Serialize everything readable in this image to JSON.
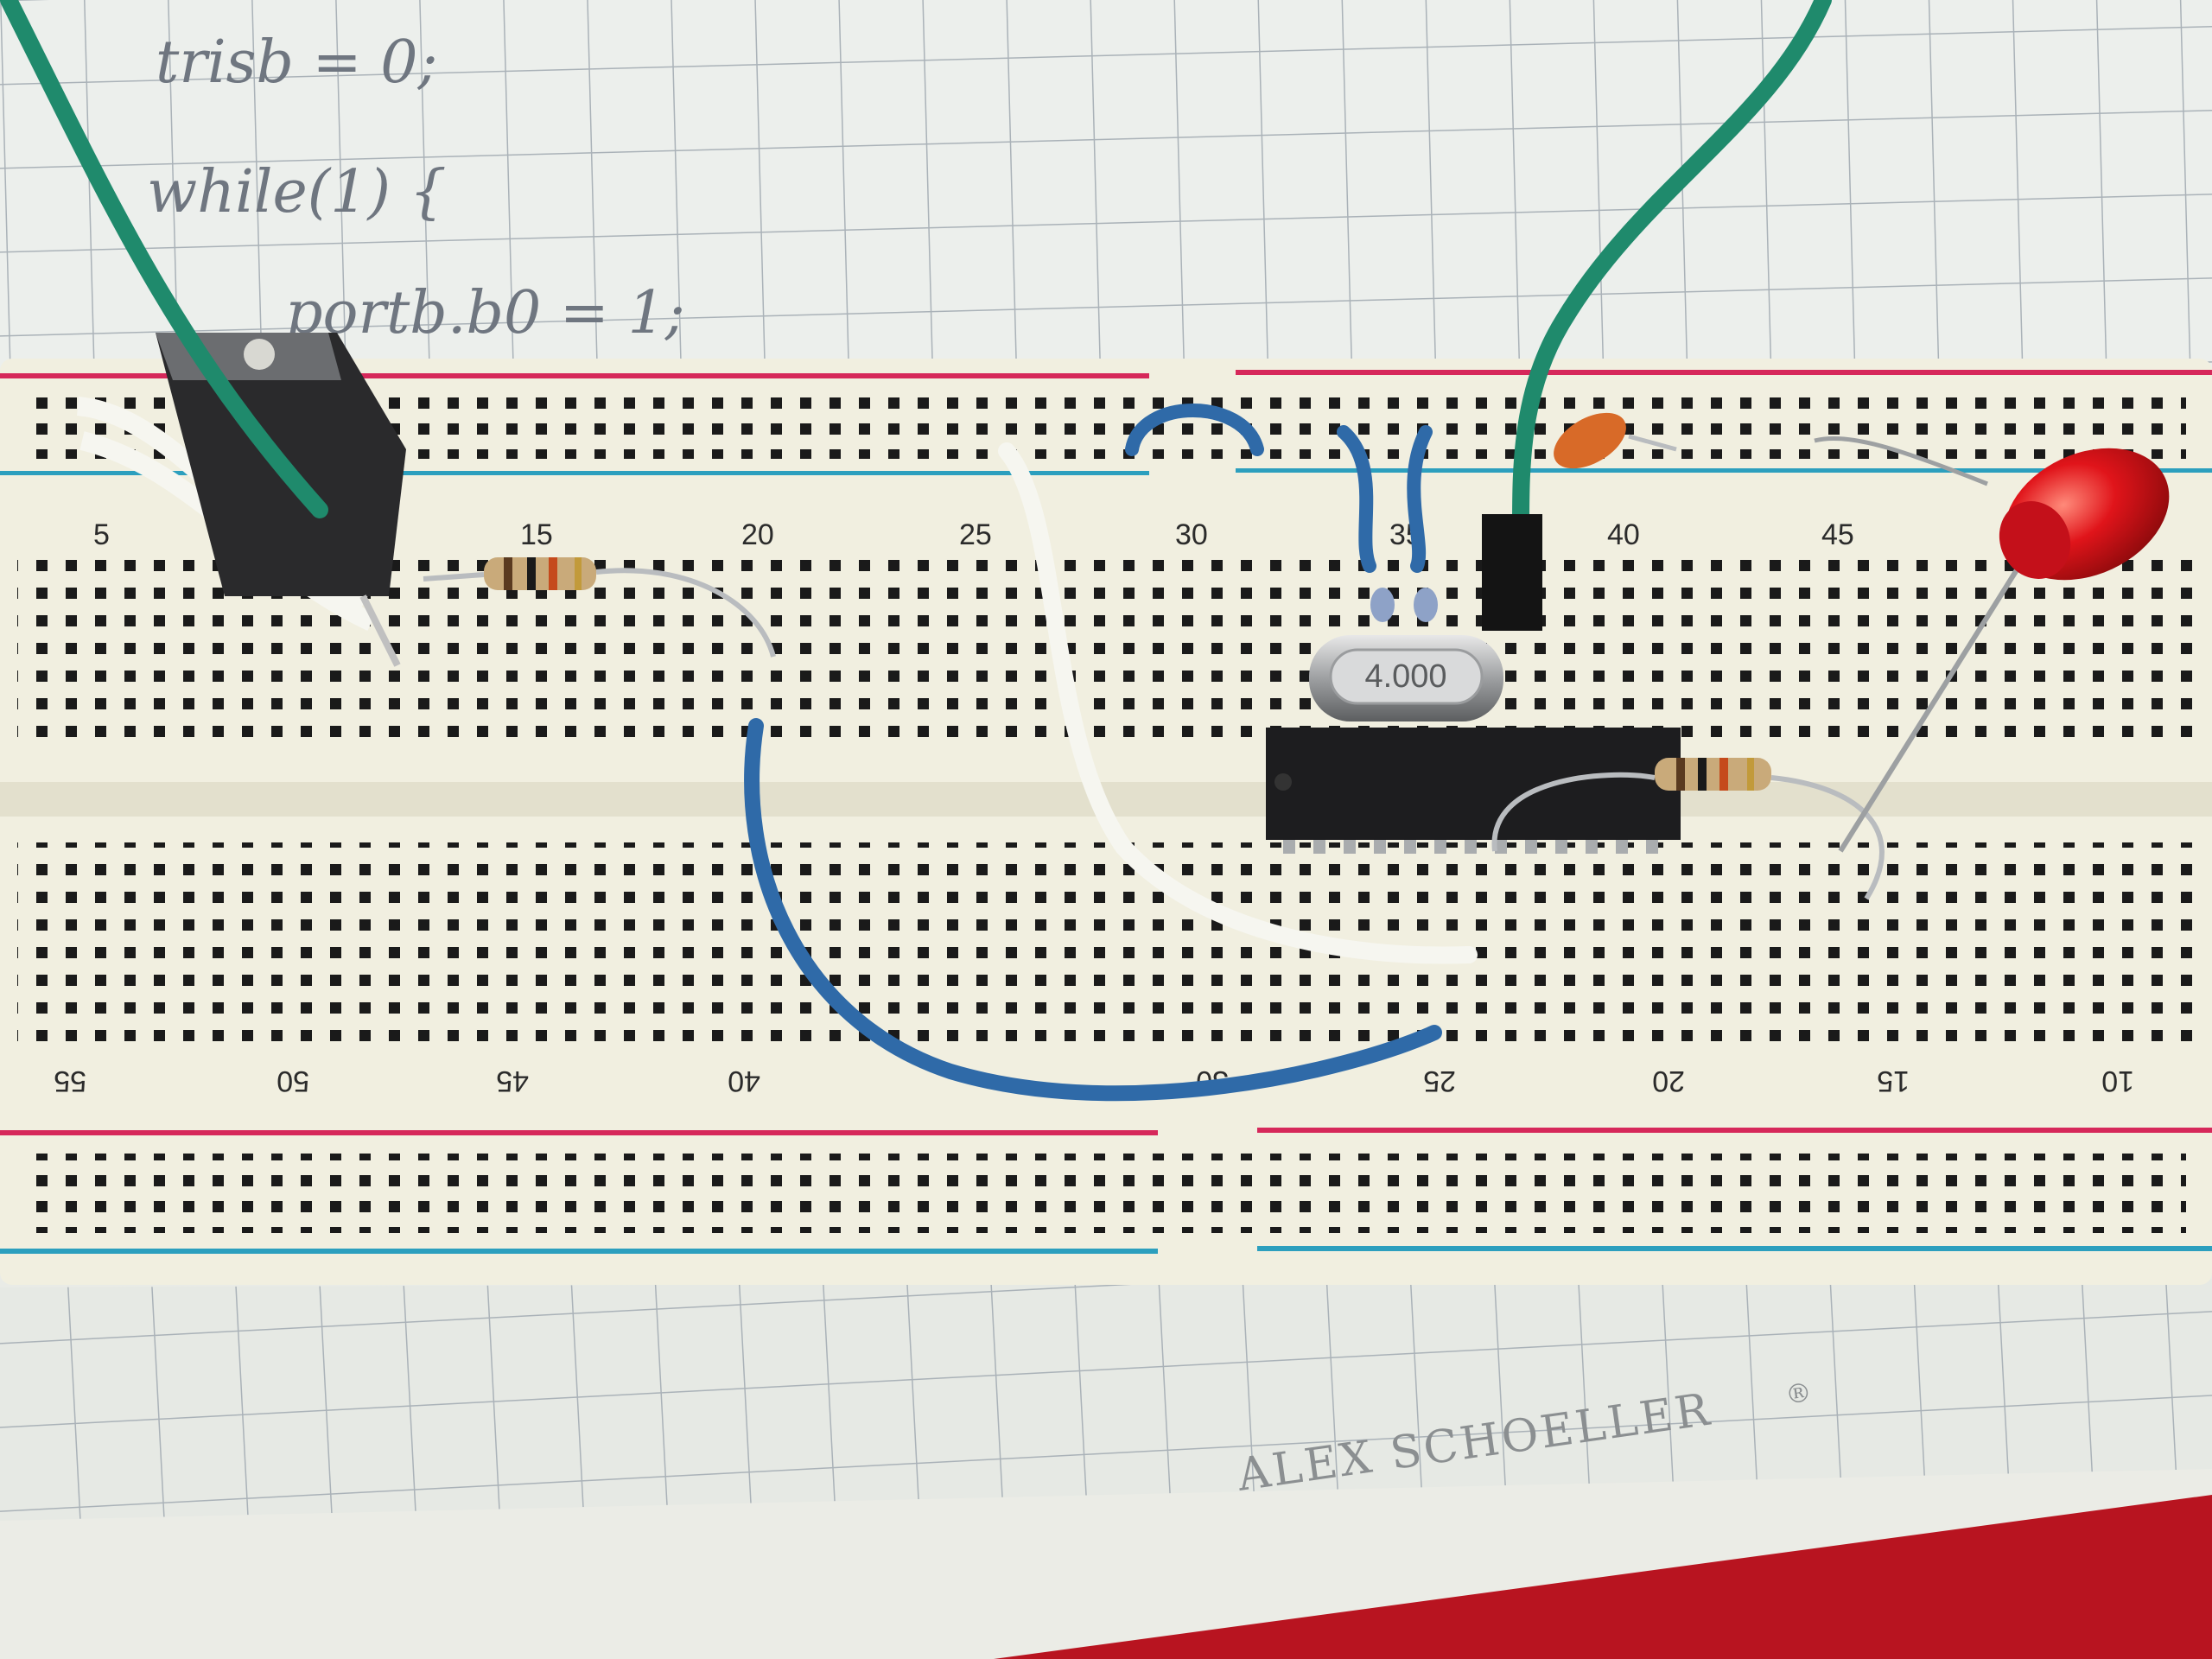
{
  "notebook": {
    "code_lines": [
      "trisb = 0;",
      "while(1) {",
      "portb.b0 = 1;"
    ],
    "brand": "ALEX SCHOELLER",
    "registered_mark": "®"
  },
  "breadboard": {
    "top_row_numbers": [
      "5",
      "15",
      "20",
      "25",
      "30",
      "35",
      "40",
      "45"
    ],
    "bottom_row_numbers": [
      "55",
      "50",
      "45",
      "40",
      "30",
      "25",
      "20",
      "15",
      "10"
    ]
  },
  "crystal": {
    "label": "4.000"
  },
  "colors": {
    "board": "#f1efe0",
    "rail_red": "#d6285a",
    "rail_blue": "#2c9fbe",
    "wire_blue": "#2f6aa8",
    "wire_green": "#1f8a6c",
    "wire_white": "#f6f6f0",
    "led_red": "#e0141a",
    "chip": "#1d1d1f"
  }
}
